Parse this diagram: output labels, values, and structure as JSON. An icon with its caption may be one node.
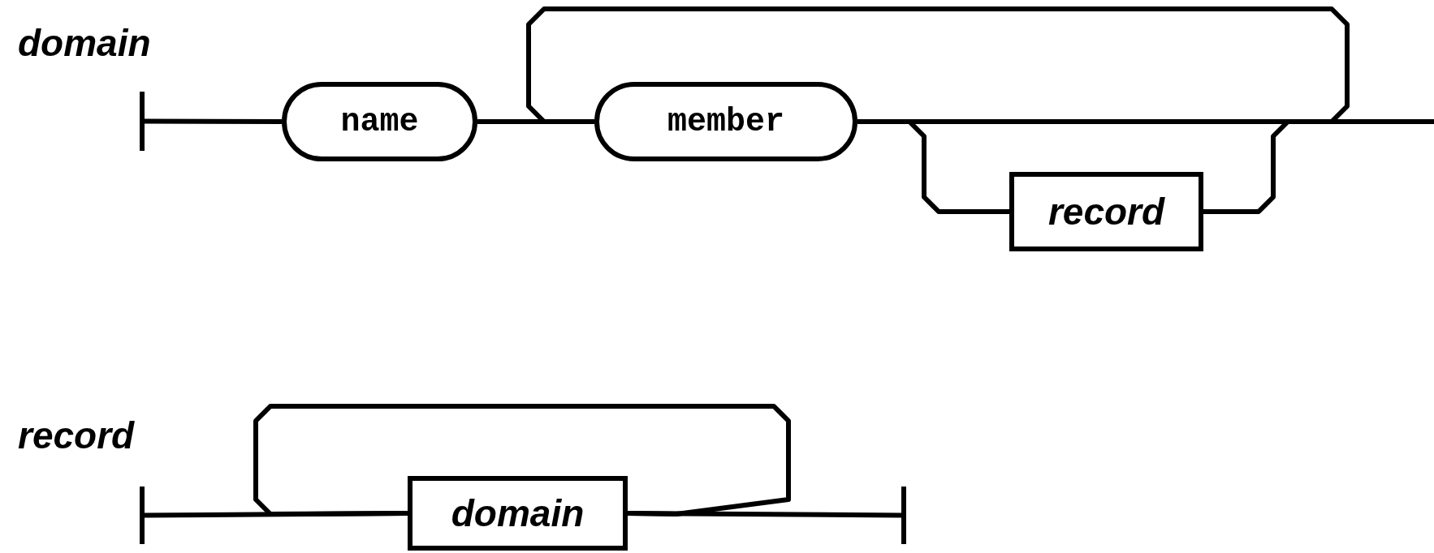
{
  "diagram": {
    "nodes": [
      {
        "text": [],
        "shape": "bar"
      },
      {
        "text": [
          "name"
        ]
      },
      {
        "text": [
          "member"
        ]
      },
      {
        "text": [
          "record"
        ]
      },
      {
        "text": [],
        "shape": "bar"
      },
      {
        "text": [
          "domain"
        ]
      },
      {
        "text": [],
        "shape": "bar"
      }
    ],
    "edges": [
      {
        "from": 0,
        "to": 1,
        "arrow": "none"
      },
      {
        "from": 1,
        "to": 2,
        "arrow": "none"
      },
      {
        "from": 2,
        "to": 2,
        "arrow": "none"
      },
      {
        "from": 2,
        "to": 3,
        "arrow": "none"
      },
      {
        "from": 3,
        "to": null,
        "arrow": "none"
      },
      {
        "from": 2,
        "to": null,
        "arrow": "none"
      },
      {
        "from": 4,
        "to": 5,
        "arrow": "none"
      },
      {
        "from": 5,
        "to": 5,
        "arrow": "none"
      },
      {
        "from": 5,
        "to": 6,
        "arrow": "none"
      }
    ],
    "labels": [
      "domain",
      "record"
    ]
  }
}
